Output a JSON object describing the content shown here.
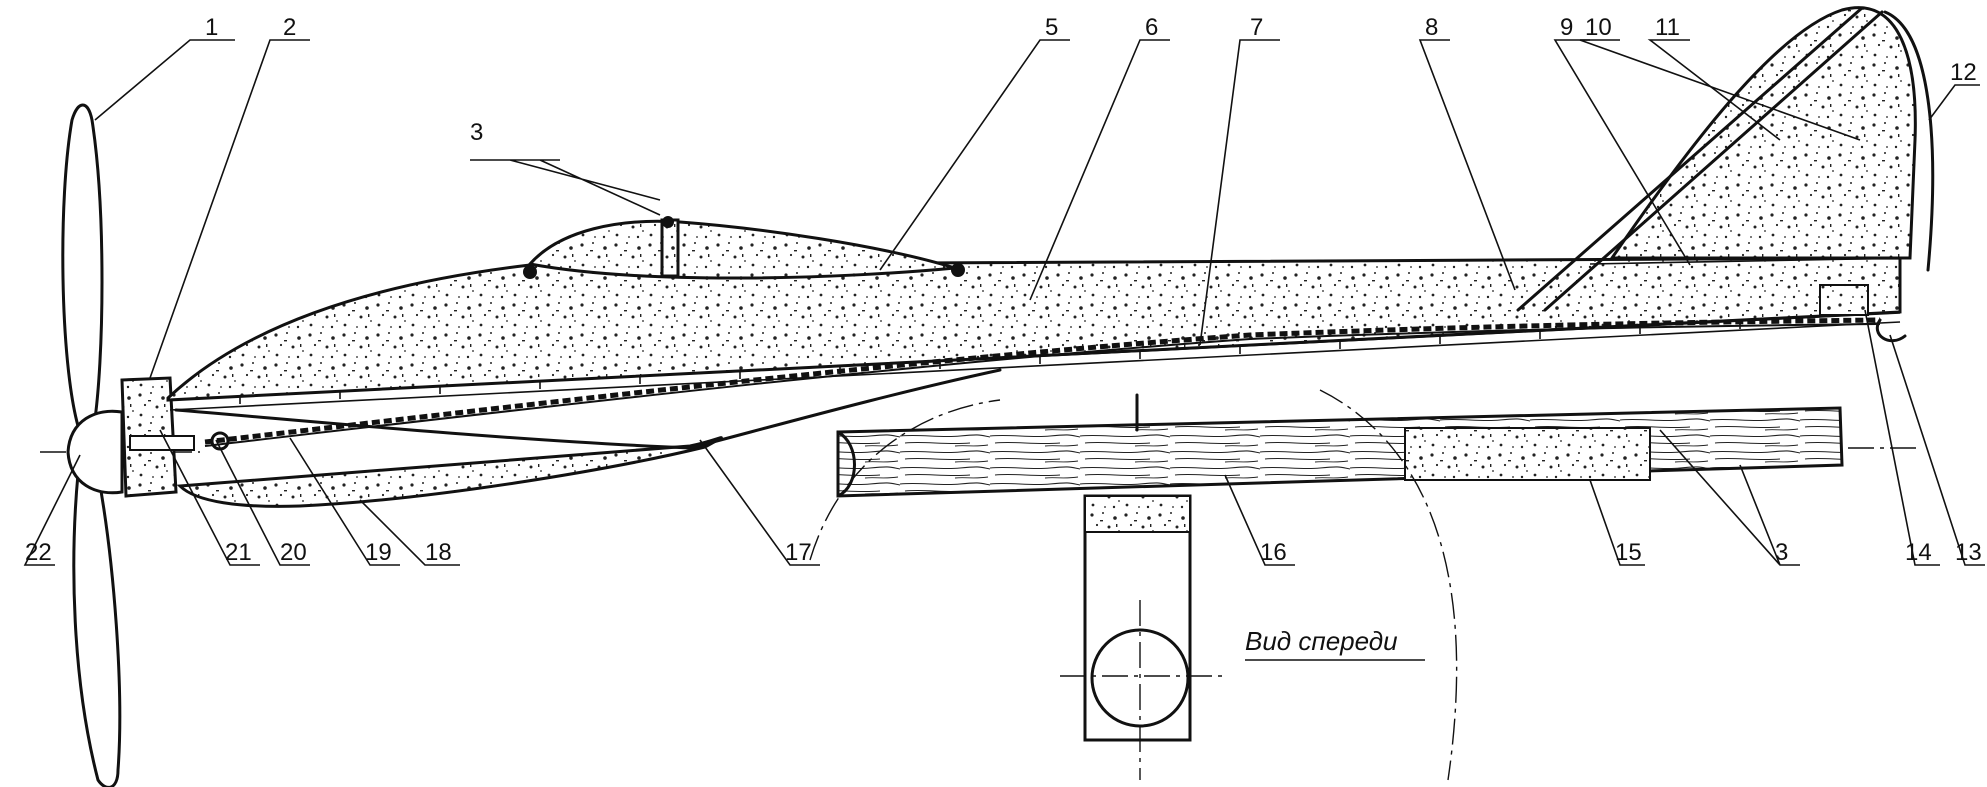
{
  "view_caption": "Вид спереди",
  "callouts": [
    "1",
    "2",
    "3",
    "5",
    "6",
    "7",
    "8",
    "9",
    "10",
    "11",
    "12",
    "13",
    "14",
    "15",
    "16",
    "17",
    "18",
    "19",
    "20",
    "21",
    "22"
  ]
}
